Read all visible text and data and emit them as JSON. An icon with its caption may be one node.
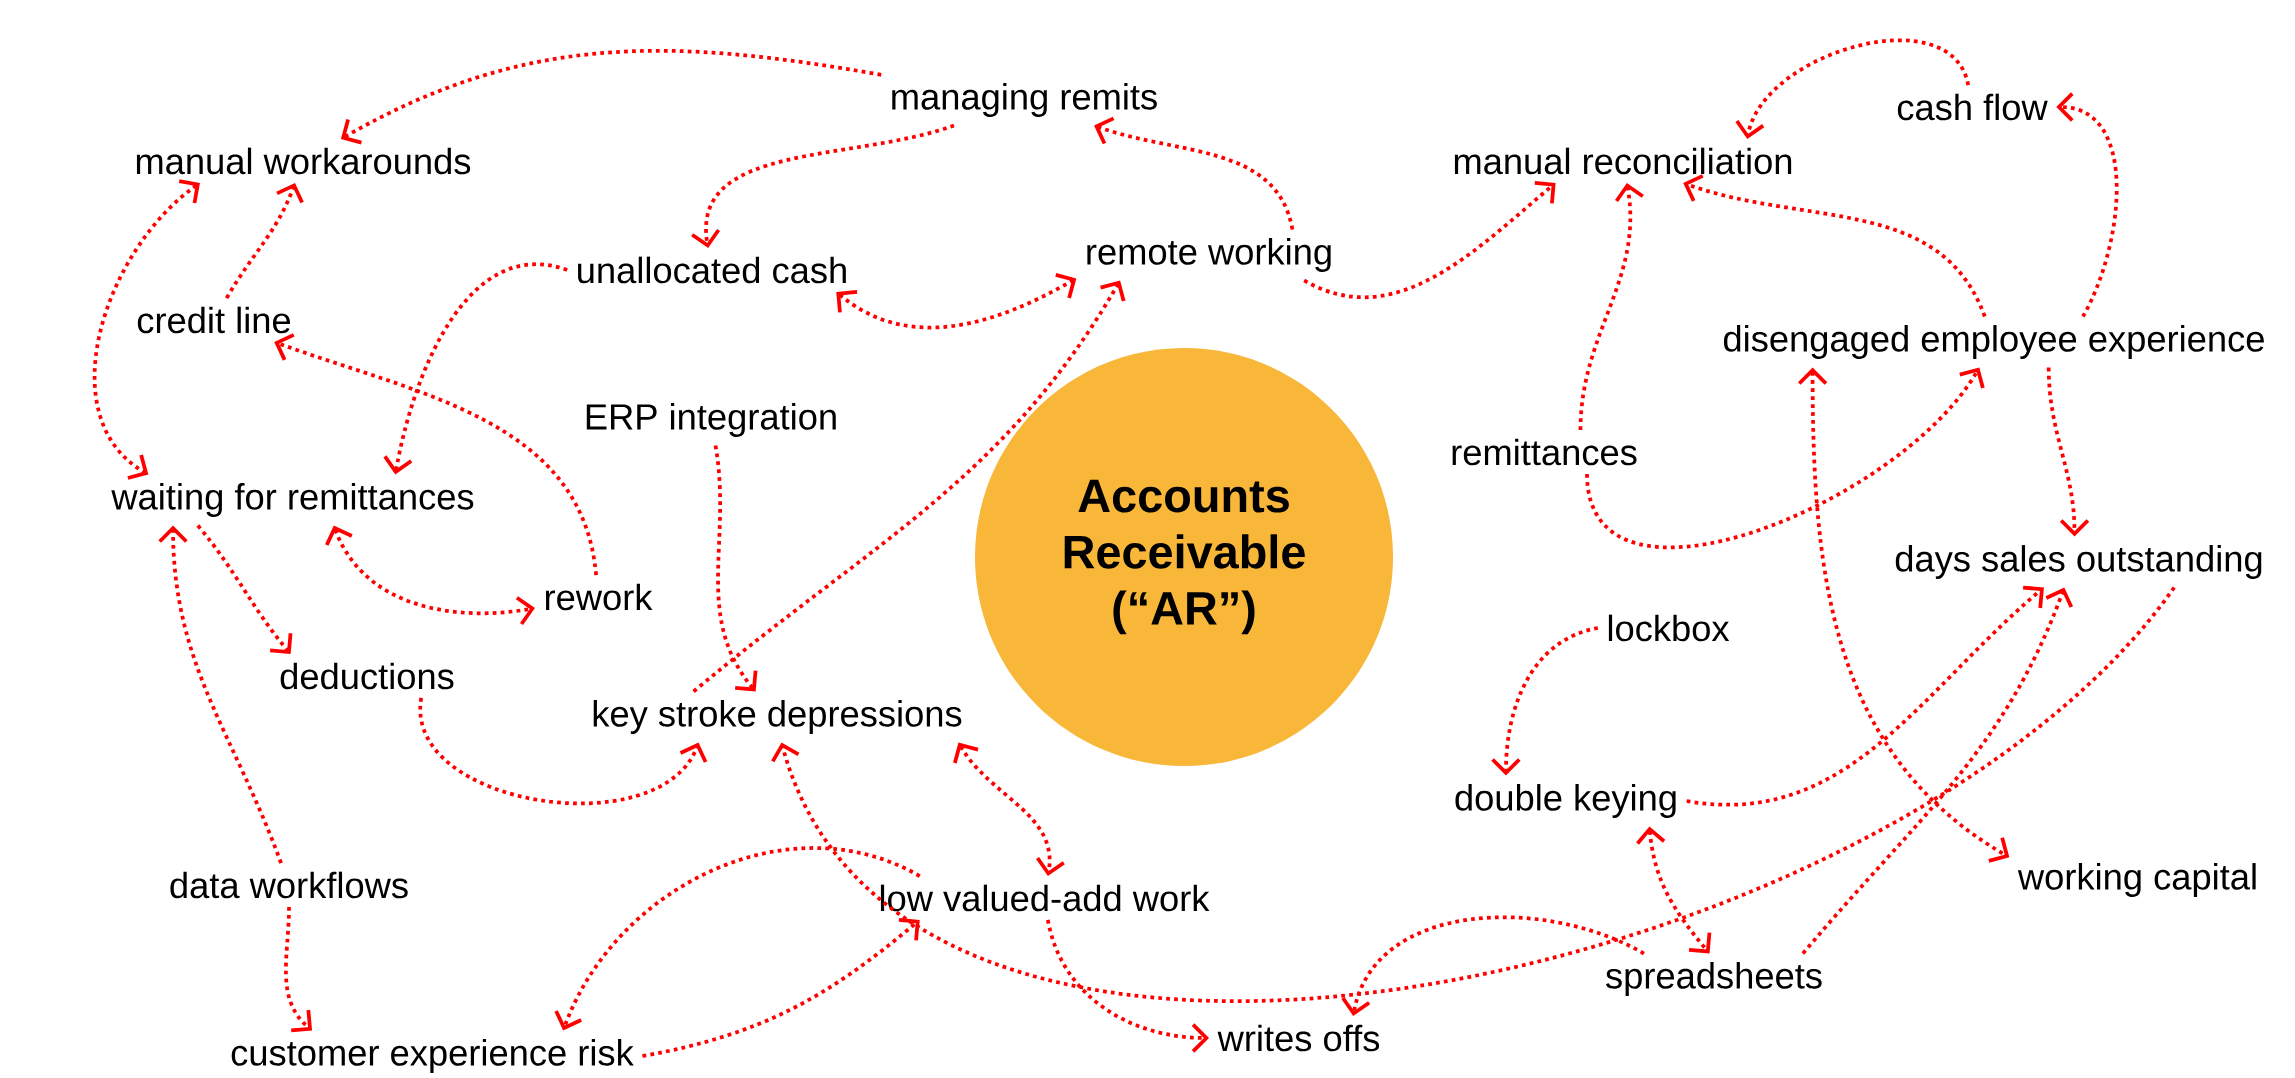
{
  "diagram": {
    "nodes": [
      {
        "text": [
          "Accounts Receivable (“AR”)"
        ]
      },
      {
        "text": [
          "manual workarounds"
        ]
      },
      {
        "text": [
          "managing remits"
        ]
      },
      {
        "text": [
          "unallocated cash"
        ]
      },
      {
        "text": [
          "remote working"
        ]
      },
      {
        "text": [
          "manual reconciliation"
        ]
      },
      {
        "text": [
          "cash flow"
        ]
      },
      {
        "text": [
          "credit line"
        ]
      },
      {
        "text": [
          "ERP integration"
        ]
      },
      {
        "text": [
          "disengaged employee experience"
        ]
      },
      {
        "text": [
          "waiting for remittances"
        ]
      },
      {
        "text": [
          "remittances"
        ]
      },
      {
        "text": [
          "rework"
        ]
      },
      {
        "text": [
          "days sales outstanding"
        ]
      },
      {
        "text": [
          "deductions"
        ]
      },
      {
        "text": [
          "lockbox"
        ]
      },
      {
        "text": [
          "key stroke depressions"
        ]
      },
      {
        "text": [
          "double keying"
        ]
      },
      {
        "text": [
          "data workflows"
        ]
      },
      {
        "text": [
          "low valued-add work"
        ]
      },
      {
        "text": [
          "working capital"
        ]
      },
      {
        "text": [
          "spreadsheets"
        ]
      },
      {
        "text": [
          "customer experience risk"
        ]
      },
      {
        "text": [
          "writes offs"
        ]
      }
    ],
    "edges": [
      {
        "from": 2,
        "to": 1,
        "arrow": "to"
      },
      {
        "from": 2,
        "to": 3,
        "arrow": "to"
      },
      {
        "from": 7,
        "to": 1,
        "arrow": "to"
      },
      {
        "from": 1,
        "to": 10,
        "arrow": "both"
      },
      {
        "from": 3,
        "to": 10,
        "arrow": "to"
      },
      {
        "from": 12,
        "to": 7,
        "arrow": "to"
      },
      {
        "from": 3,
        "to": 4,
        "arrow": "both"
      },
      {
        "from": 4,
        "to": 2,
        "arrow": "to"
      },
      {
        "from": 4,
        "to": 5,
        "arrow": "to"
      },
      {
        "from": 8,
        "to": 16,
        "arrow": "to"
      },
      {
        "from": 16,
        "to": 4,
        "arrow": "to"
      },
      {
        "from": 10,
        "to": 14,
        "arrow": "to"
      },
      {
        "from": 10,
        "to": 12,
        "arrow": "both"
      },
      {
        "from": 18,
        "to": 10,
        "arrow": "to"
      },
      {
        "from": 14,
        "to": 16,
        "arrow": "to"
      },
      {
        "from": 18,
        "to": 22,
        "arrow": "to"
      },
      {
        "from": 19,
        "to": 22,
        "arrow": "to"
      },
      {
        "from": 22,
        "to": 19,
        "arrow": "to"
      },
      {
        "from": 16,
        "to": 19,
        "arrow": "both"
      },
      {
        "from": 13,
        "to": 16,
        "arrow": "to"
      },
      {
        "from": 19,
        "to": 23,
        "arrow": "to"
      },
      {
        "from": 21,
        "to": 23,
        "arrow": "to"
      },
      {
        "from": 17,
        "to": 21,
        "arrow": "both"
      },
      {
        "from": 17,
        "to": 13,
        "arrow": "to"
      },
      {
        "from": 21,
        "to": 13,
        "arrow": "to"
      },
      {
        "from": 15,
        "to": 17,
        "arrow": "to"
      },
      {
        "from": 11,
        "to": 5,
        "arrow": "to"
      },
      {
        "from": 11,
        "to": 9,
        "arrow": "to"
      },
      {
        "from": 9,
        "to": 20,
        "arrow": "both"
      },
      {
        "from": 9,
        "to": 5,
        "arrow": "to"
      },
      {
        "from": 9,
        "to": 6,
        "arrow": "to"
      },
      {
        "from": 6,
        "to": 5,
        "arrow": "to"
      },
      {
        "from": 9,
        "to": 13,
        "arrow": "to"
      }
    ]
  }
}
